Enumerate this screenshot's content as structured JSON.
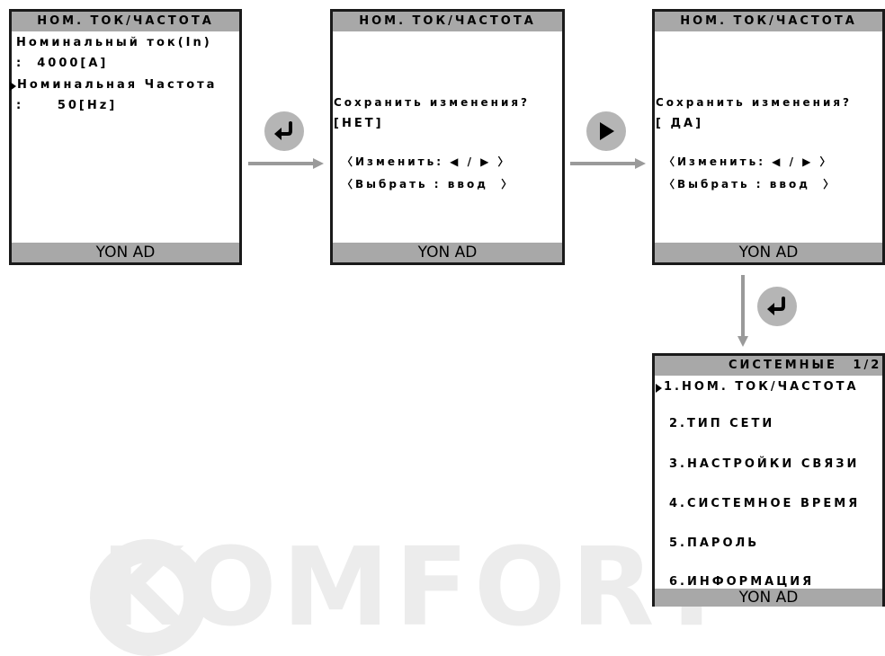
{
  "watermark": "KOMFORT",
  "screens": [
    {
      "title": "НОМ. ТОК/ЧАСТОТА",
      "lines": [
        "Номинальный ток(In)",
        ":  4000[A]",
        "Номинальная Частота",
        ":     50[Hz]"
      ],
      "footer": "YON AD"
    },
    {
      "title": "НОМ. ТОК/ЧАСТОТА",
      "question": "Сохранить изменения?",
      "value": "[НЕТ]",
      "hint_change": "〈Изменить: ◀ / ▶ 〉",
      "hint_select": "〈Выбрать : ввод  〉",
      "footer": "YON AD"
    },
    {
      "title": "НОМ. ТОК/ЧАСТОТА",
      "question": "Сохранить изменения?",
      "value": "[ ДА]",
      "hint_change": "〈Изменить: ◀ / ▶ 〉",
      "hint_select": "〈Выбрать : ввод  〉",
      "footer": "YON AD"
    },
    {
      "title": "СИСТЕМНЫЕ",
      "page": "1/2",
      "items": [
        "1.НОМ. ТОК/ЧАСТОТА",
        "2.ТИП СЕТИ",
        "3.НАСТРОЙКИ СВЯЗИ",
        "4.СИСТЕМНОЕ ВРЕМЯ",
        "5.ПАРОЛЬ",
        "6.ИНФОРМАЦИЯ"
      ],
      "footer": "YON AD"
    }
  ],
  "buttons": {
    "enter_1": "enter-icon",
    "right": "play-right-icon",
    "enter_2": "enter-icon"
  },
  "colors": {
    "bar": "#a8a8a8",
    "button": "#b5b5b5",
    "arrow": "#9a9a9a",
    "border": "#1a1a1a"
  }
}
